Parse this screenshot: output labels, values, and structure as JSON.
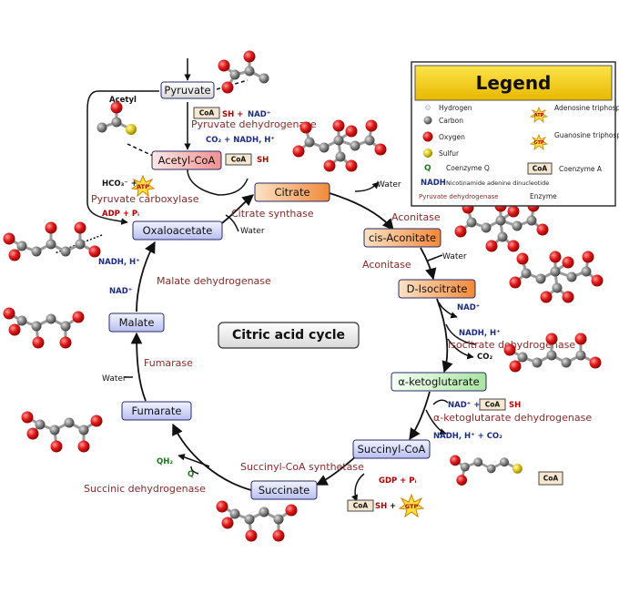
{
  "center_title": "Citric acid cycle",
  "legend": {
    "title": "Legend",
    "items": [
      {
        "key": "hydrogen",
        "label": "Hydrogen"
      },
      {
        "key": "carbon",
        "label": "Carbon"
      },
      {
        "key": "oxygen",
        "label": "Oxygen"
      },
      {
        "key": "sulfur",
        "label": "Sulfur"
      },
      {
        "key": "coq",
        "symbol": "Q",
        "label": "Coenzyme Q"
      },
      {
        "key": "nadh",
        "symbol": "NADH",
        "label": "Nicotinamide adenine dinucleotide"
      },
      {
        "key": "enzyme",
        "symbol": "Pyruvate dehydrogenase",
        "label": "Enzyme"
      },
      {
        "key": "atp",
        "symbol": "ATP",
        "label": "Adenosine triphosphate"
      },
      {
        "key": "gtp",
        "symbol": "GTP",
        "label": "Guanosine triphosphate"
      },
      {
        "key": "coa",
        "symbol": "CoA",
        "label": "Coenzyme A"
      }
    ]
  },
  "metabolites": {
    "pyruvate": "Pyruvate",
    "acetyl_coa": "Acetyl-CoA",
    "citrate": "Citrate",
    "cis_aconitate": "cis-Aconitate",
    "d_isocitrate": "D-Isocitrate",
    "a_ketoglutarate": "α-ketoglutarate",
    "succinyl_coa": "Succinyl-CoA",
    "succinate": "Succinate",
    "fumarate": "Fumarate",
    "malate": "Malate",
    "oxaloacetate": "Oxaloacetate"
  },
  "enzymes": {
    "pyruvate_dehydrogenase": "Pyruvate dehydrogenase",
    "pyruvate_carboxylase": "Pyruvate carboxylase",
    "citrate_synthase": "Citrate synthase",
    "aconitase_1": "Aconitase",
    "aconitase_2": "Aconitase",
    "isocitrate_dehydrogenase": "Isocitrate dehydrogenase",
    "akg_dehydrogenase": "α-ketoglutarate dehydrogenase",
    "succinyl_coa_synthetase": "Succinyl-CoA synthetase",
    "succinic_dehydrogenase": "Succinic dehydrogenase",
    "fumarase": "Fumarase",
    "malate_dehydrogenase": "Malate dehydrogenase"
  },
  "labels": {
    "acetyl": "Acetyl",
    "coa": "CoA",
    "sh": "SH",
    "sh_plus": "SH +",
    "nad_plus": "NAD⁺",
    "co2_nadh": "CO₂ + NADH, H⁺",
    "hco3": "HCO₃⁻ +",
    "atp": "ATP",
    "gtp": "GTP",
    "adp_pi": "ADP + Pᵢ",
    "gdp_pi": "GDP + Pᵢ",
    "water_citrate_in": "Water",
    "water_citrate_out": "Water",
    "water_aconitate": "Water",
    "water_fumarase": "Water",
    "nadh_h_malate": "NADH, H⁺",
    "nad_malate": "NAD⁺",
    "nad_isocitrate": "NAD⁺",
    "nadh_h_isocitrate": "NADH, H⁺",
    "co2": "CO₂",
    "nad_akg": "NAD⁺ +",
    "nadh_akg": "NADH, H⁺ + CO₂",
    "qh2": "QH₂",
    "q": "Q",
    "plus": "+"
  },
  "colors": {
    "legend_header": "#f5c400",
    "legend_border": "#333333",
    "enzyme_text": "#8a2a2a",
    "nadh_text": "#1a2a8a",
    "arrow": "#111111",
    "oxygen_atom": "#d81414",
    "carbon_atom": "#7a7a7a",
    "sulfur_atom": "#d8c020",
    "box_blue": "#d8dcf8",
    "box_orange": "#f5a050",
    "box_green": "#c8eec0",
    "box_red": "#f8c8c8"
  }
}
